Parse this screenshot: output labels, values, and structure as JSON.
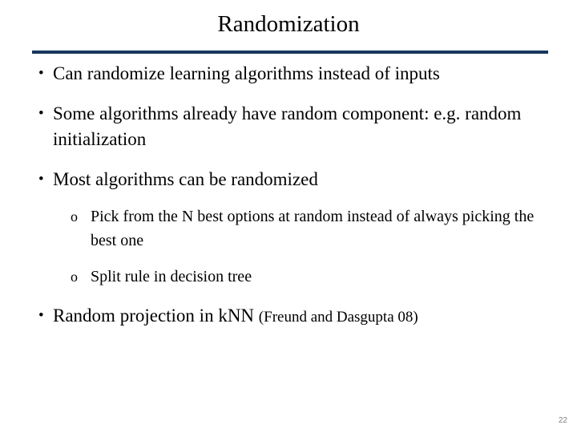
{
  "slide": {
    "title": "Randomization",
    "accent_color": "#17365d",
    "text_color": "#000000",
    "background_color": "#ffffff",
    "bullets": [
      {
        "level": 1,
        "marker": "•",
        "text": "Can randomize learning algorithms instead of inputs"
      },
      {
        "level": 1,
        "marker": "•",
        "text": "Some algorithms already have random component: e.g. random initialization"
      },
      {
        "level": 1,
        "marker": "•",
        "text": "Most algorithms can be randomized"
      },
      {
        "level": 2,
        "marker": "o",
        "text": "Pick from the N best options at random instead of always picking the best one"
      },
      {
        "level": 2,
        "marker": "o",
        "text": "Split rule in decision tree"
      },
      {
        "level": 1,
        "marker": "•",
        "text": "Random projection in kNN ",
        "suffix": "(Freund and Dasgupta 08)"
      }
    ],
    "page_number": "22"
  }
}
